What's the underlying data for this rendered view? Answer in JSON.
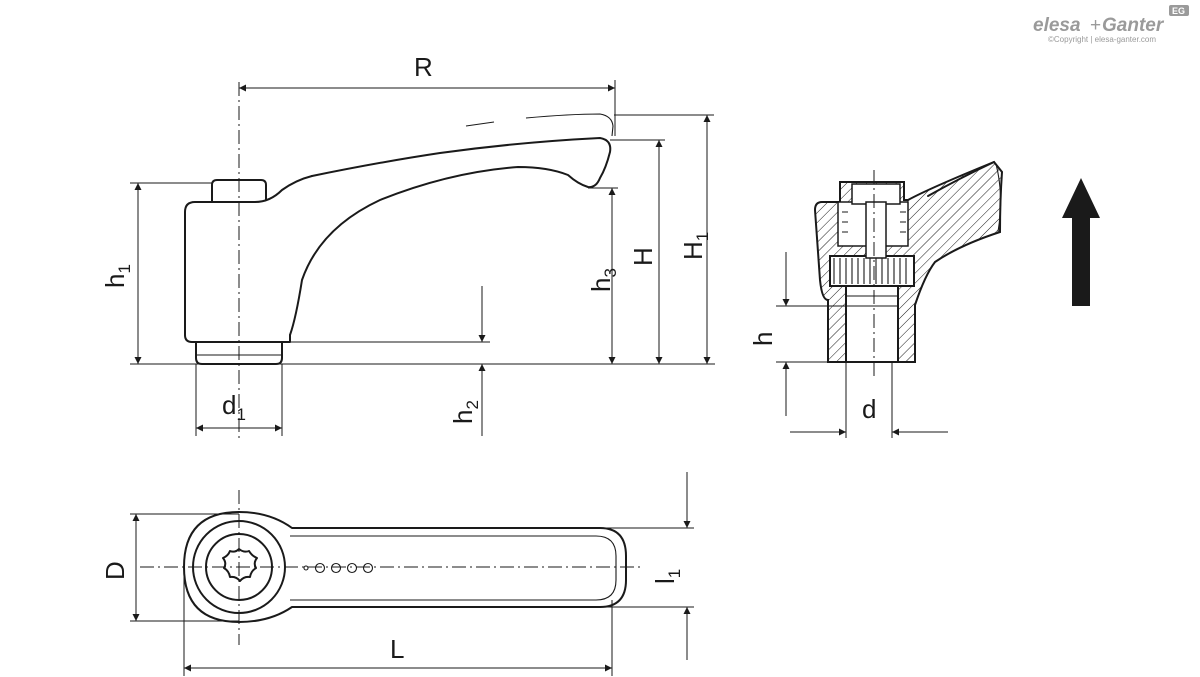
{
  "brand": {
    "name_part1": "elesa",
    "plus": "+",
    "name_part2": "Ganter",
    "badge": "EG",
    "copyright": "©Copyright | elesa-ganter.com"
  },
  "labels": {
    "R": {
      "main": "R",
      "sub": ""
    },
    "h1": {
      "main": "h",
      "sub": "1"
    },
    "h3": {
      "main": "h",
      "sub": "3"
    },
    "H": {
      "main": "H",
      "sub": ""
    },
    "H1": {
      "main": "H",
      "sub": "1"
    },
    "d1": {
      "main": "d",
      "sub": "1"
    },
    "h2": {
      "main": "h",
      "sub": "2"
    },
    "h": {
      "main": "h",
      "sub": ""
    },
    "d": {
      "main": "d",
      "sub": ""
    },
    "D": {
      "main": "D",
      "sub": ""
    },
    "L": {
      "main": "L",
      "sub": ""
    },
    "l1": {
      "main": "l",
      "sub": "1"
    }
  },
  "colors": {
    "line": "#1a1a1a",
    "brand": "#9a9a9a",
    "hatch": "#1a1a1a"
  },
  "icons": {
    "direction_arrow": "arrow-up-icon",
    "torx_socket": "torx-icon"
  }
}
